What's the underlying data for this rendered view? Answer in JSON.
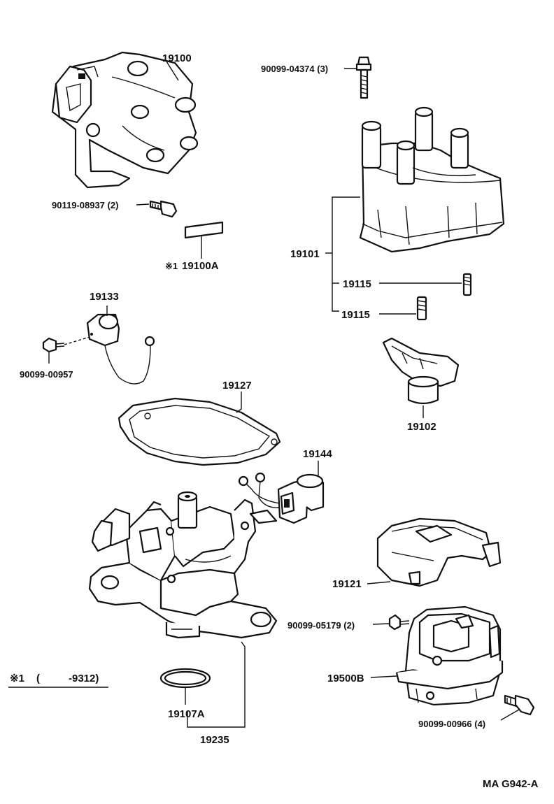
{
  "labels": {
    "p19100": "19100",
    "p90099_04374": "90099-04374 (3)",
    "p90119_08937": "90119-08937 (2)",
    "p19100a": "19100A",
    "note_mark": "※1",
    "p19101": "19101",
    "p19115_a": "19115",
    "p19115_b": "19115",
    "p19133": "19133",
    "p90099_00957": "90099-00957",
    "p19127": "19127",
    "p19102": "19102",
    "p19144": "19144",
    "p19121": "19121",
    "p90099_05179": "90099-05179 (2)",
    "p19500b": "19500B",
    "p90099_00966": "90099-00966 (4)",
    "p19107a": "19107A",
    "p19235": "19235",
    "footnote_mark": "※1",
    "footnote_paren_open": "(",
    "footnote_range": "-9312)",
    "figure_code": "MA G942-A"
  }
}
